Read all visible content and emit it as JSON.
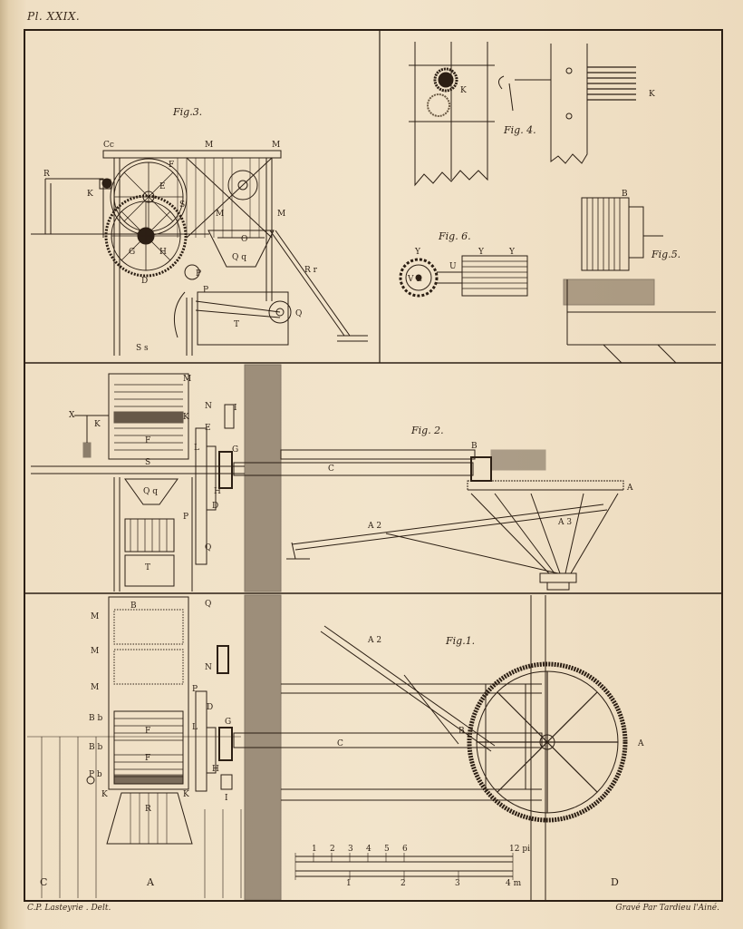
{
  "plate": {
    "label": "Pl. XXIX.",
    "credit_left": "C.P. Lasteyrie . Delt.",
    "credit_right": "Gravé Par Tardieu l'Ainé."
  },
  "figures": {
    "fig1": "Fig.1.",
    "fig2": "Fig. 2.",
    "fig3": "Fig.3.",
    "fig4": "Fig. 4.",
    "fig5": "Fig.5.",
    "fig6": "Fig. 6."
  },
  "letters": {
    "Cc": "Cc",
    "M": "M",
    "F": "F",
    "R": "R",
    "K": "K",
    "E": "E",
    "S": "S",
    "G": "G",
    "H": "H",
    "D": "D",
    "P": "P",
    "Qq": "Q q",
    "O": "O",
    "T": "T",
    "Q": "Q",
    "Rr": "R r",
    "Ss": "S s",
    "X": "X",
    "N": "N",
    "I": "I",
    "L": "L",
    "B": "B",
    "C": "C",
    "A": "A",
    "A2": "A 2",
    "A3": "A 3",
    "Y": "Y",
    "U": "U",
    "VL": "V L",
    "Bb": "B b",
    "Pb": "P b",
    "C_corner": "C",
    "A_corner": "A",
    "D_corner": "D"
  },
  "scale": {
    "pieds": [
      "1",
      "2",
      "3",
      "4",
      "5",
      "6"
    ],
    "pieds_unit": "12 pi",
    "metres": [
      "1",
      "2",
      "3"
    ],
    "metres_unit": "4 m"
  },
  "colors": {
    "ink": "#2c1f14",
    "paper": "#efdfc4",
    "shade": "#5a4a3a"
  }
}
